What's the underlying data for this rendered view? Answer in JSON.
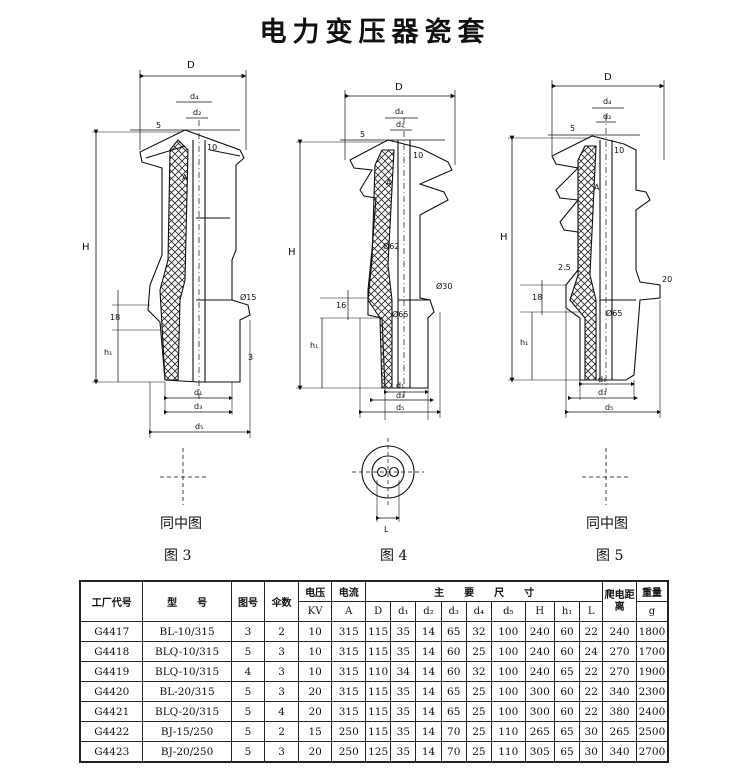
{
  "title": "电力变压器瓷套",
  "figures": [
    {
      "caption": "图 3",
      "subcaption": "同中图",
      "labels": {
        "D": "D",
        "d4": "d₄",
        "d2": "d₂",
        "n5": "5",
        "n10": "10",
        "A": "A",
        "H": "H",
        "dia15": "Ø15",
        "n18": "18",
        "h1": "h₁",
        "n3": "3",
        "d1": "d₁",
        "d3": "d₃",
        "d5": "d₅"
      }
    },
    {
      "caption": "图 4",
      "subcaption": "",
      "labels": {
        "D": "D",
        "d4": "d₄",
        "d2": "d₂",
        "n5": "5",
        "n10": "10",
        "A": "A",
        "H": "H",
        "dia62": "Ø62",
        "dia30": "Ø30",
        "n16": "16",
        "dia65": "Ø65",
        "h1": "h₁",
        "d1": "d₁",
        "d3": "d₃",
        "d5": "d₅",
        "L": "L"
      }
    },
    {
      "caption": "图 5",
      "subcaption": "同中图",
      "labels": {
        "D": "D",
        "d4": "d₄",
        "d2": "d₂",
        "n5": "5",
        "n10": "10",
        "A": "A",
        "H": "H",
        "n25": "2.5",
        "n20": "20",
        "n18": "18",
        "dia65": "Ø65",
        "h1": "h₁",
        "d1": "d₁",
        "d3": "d₃",
        "d5": "d₅"
      }
    }
  ],
  "table": {
    "head": {
      "factory": "工厂代号",
      "model": "型　　号",
      "fig": "图号",
      "sheds": "伞数",
      "voltage": "电压",
      "current": "电流",
      "dims": "主　　要　　尺　　寸",
      "creep": "爬电距离",
      "weight": "重量"
    },
    "units": {
      "voltage": "KV",
      "current": "A",
      "weight": "g"
    },
    "dim_cols": [
      "D",
      "d₁",
      "d₂",
      "d₃",
      "d₄",
      "d₅",
      "H",
      "h₁",
      "L"
    ],
    "rows": [
      [
        "G4417",
        "BL-10/315",
        "3",
        "2",
        "10",
        "315",
        "115",
        "35",
        "14",
        "65",
        "32",
        "100",
        "240",
        "60",
        "22",
        "240",
        "1800"
      ],
      [
        "G4418",
        "BLQ-10/315",
        "5",
        "3",
        "10",
        "315",
        "115",
        "35",
        "14",
        "60",
        "25",
        "100",
        "240",
        "60",
        "24",
        "270",
        "1700"
      ],
      [
        "G4419",
        "BLQ-10/315",
        "4",
        "3",
        "10",
        "315",
        "110",
        "34",
        "14",
        "60",
        "32",
        "100",
        "240",
        "65",
        "22",
        "270",
        "1900"
      ],
      [
        "G4420",
        "BL-20/315",
        "5",
        "3",
        "20",
        "315",
        "115",
        "35",
        "14",
        "65",
        "25",
        "100",
        "300",
        "60",
        "22",
        "340",
        "2300"
      ],
      [
        "G4421",
        "BLQ-20/315",
        "5",
        "4",
        "20",
        "315",
        "115",
        "35",
        "14",
        "65",
        "25",
        "100",
        "300",
        "60",
        "22",
        "380",
        "2400"
      ],
      [
        "G4422",
        "BJ-15/250",
        "5",
        "2",
        "15",
        "250",
        "115",
        "35",
        "14",
        "70",
        "25",
        "110",
        "265",
        "65",
        "30",
        "265",
        "2500"
      ],
      [
        "G4423",
        "BJ-20/250",
        "5",
        "3",
        "20",
        "250",
        "125",
        "35",
        "14",
        "70",
        "25",
        "110",
        "305",
        "65",
        "30",
        "340",
        "2700"
      ]
    ]
  }
}
